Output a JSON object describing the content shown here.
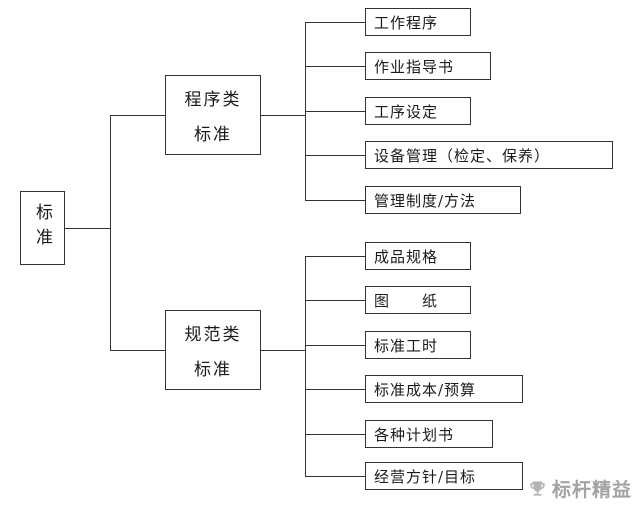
{
  "root": {
    "label": "标准"
  },
  "branches": [
    {
      "line1": "程序类",
      "line2": "标准",
      "children": [
        "工作程序",
        "作业指导书",
        "工序设定",
        "设备管理（检定、保养）",
        "管理制度/方法"
      ]
    },
    {
      "line1": "规范类",
      "line2": "标准",
      "children": [
        "成品规格",
        "图　　纸",
        "标准工时",
        "标准成本/预算",
        "各种计划书",
        "经营方针/目标"
      ]
    }
  ],
  "watermark": {
    "text": "标杆精益",
    "icon": "trophy-icon"
  },
  "colors": {
    "line": "#333333",
    "border": "#333333",
    "text": "#1a1a1a",
    "watermark": "#a3a3a3",
    "background": "#ffffff"
  }
}
